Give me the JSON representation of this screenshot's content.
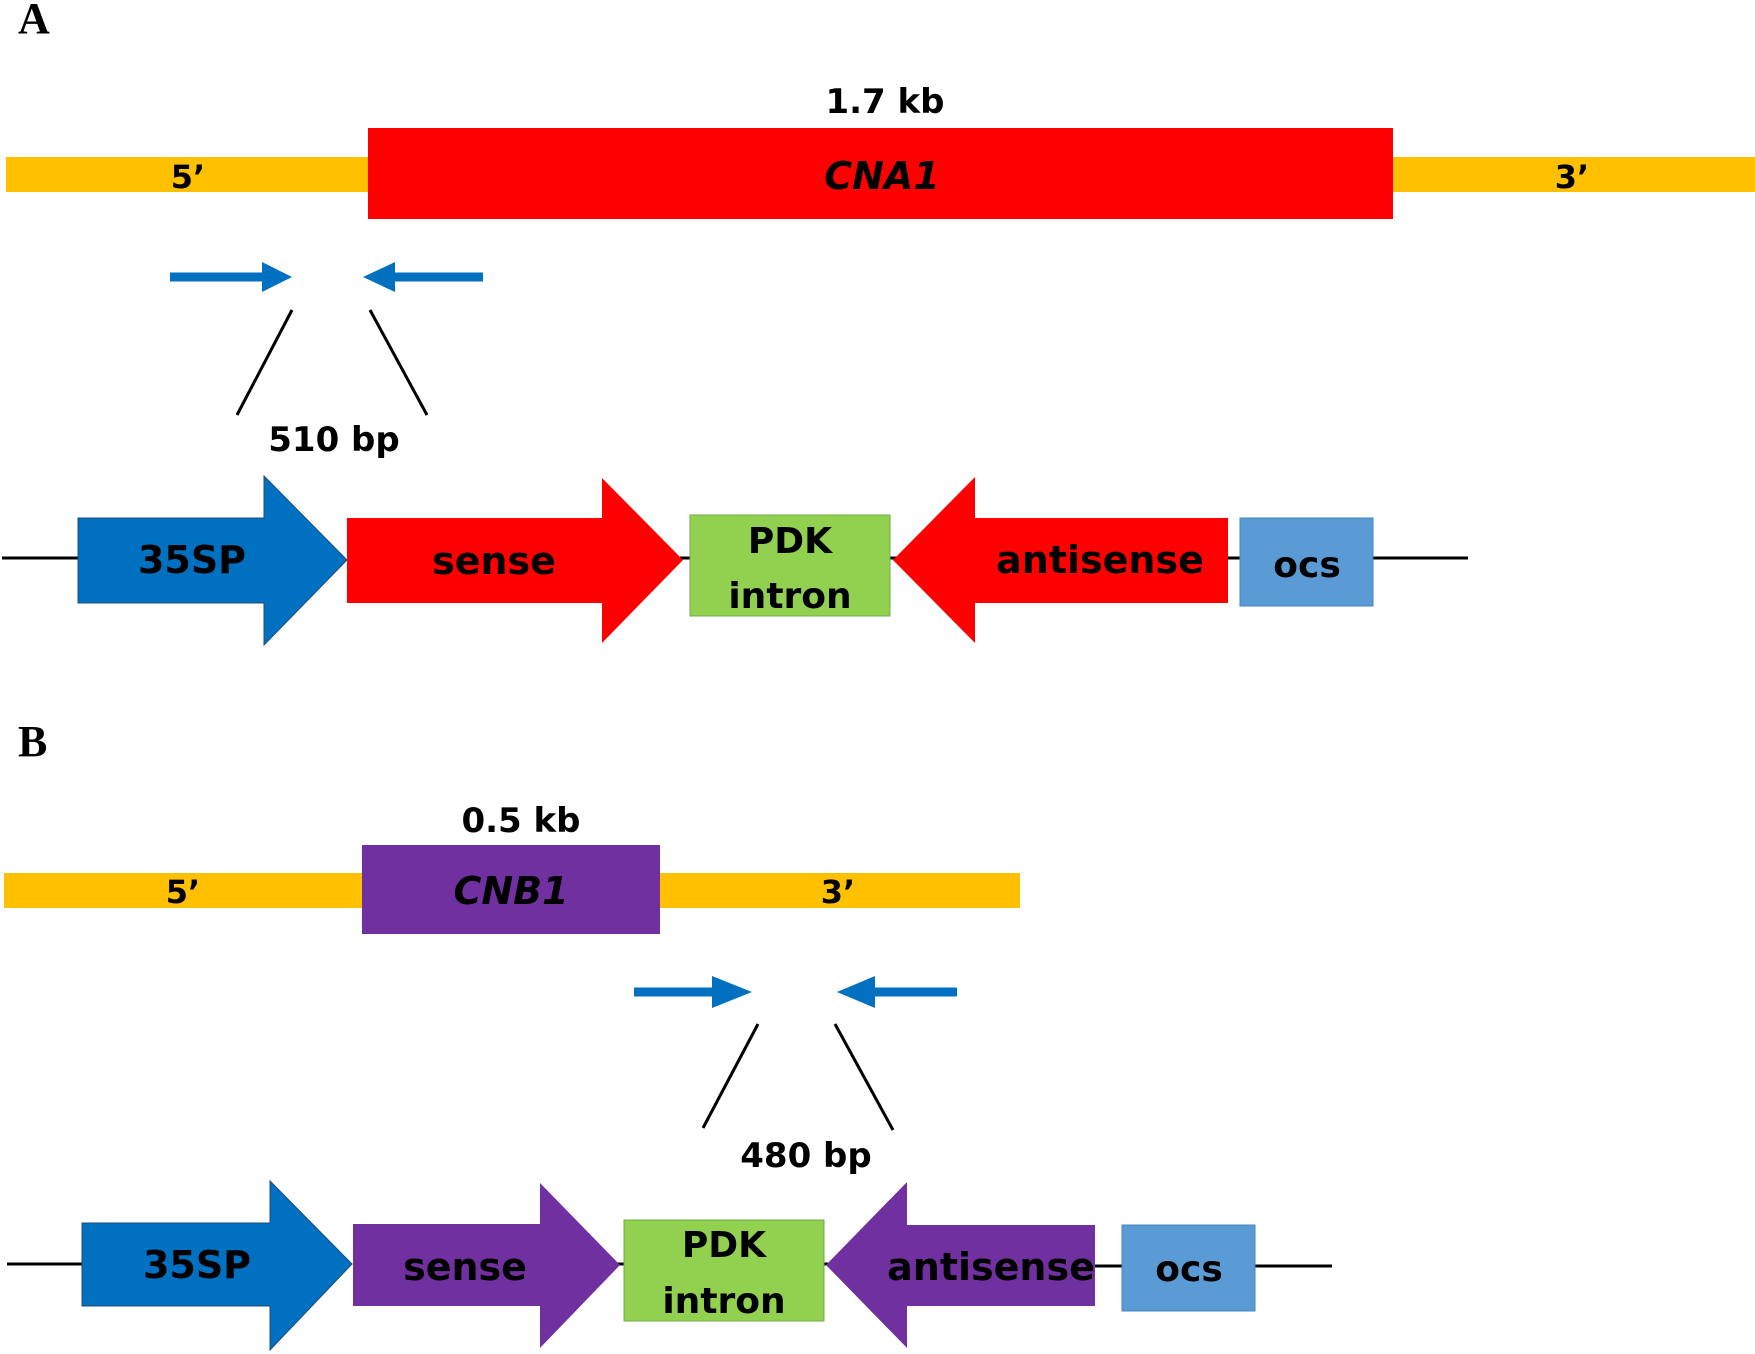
{
  "panels": [
    {
      "label": "A",
      "gene": {
        "size_label": "1.7 kb",
        "name": "CNA1",
        "utr5": "5’",
        "utr3": "3’",
        "color": "#ff0000"
      },
      "fragment_label": "510 bp",
      "construct": {
        "promoter": "35SP",
        "sense": "sense",
        "intron_line1": "PDK",
        "intron_line2": "intron",
        "antisense": "antisense",
        "terminator": "ocs"
      }
    },
    {
      "label": "B",
      "gene": {
        "size_label": "0.5 kb",
        "name": "CNB1",
        "utr5": "5’",
        "utr3": "3’",
        "color": "#7030a0"
      },
      "fragment_label": "480 bp",
      "construct": {
        "promoter": "35SP",
        "sense": "sense",
        "intron_line1": "PDK",
        "intron_line2": "intron",
        "antisense": "antisense",
        "terminator": "ocs"
      }
    }
  ],
  "colors": {
    "utr": "#ffc000",
    "promoter": "#0070c0",
    "intron": "#92d050",
    "terminator": "#5b9bd5",
    "primer_arrow": "#0070c0"
  }
}
